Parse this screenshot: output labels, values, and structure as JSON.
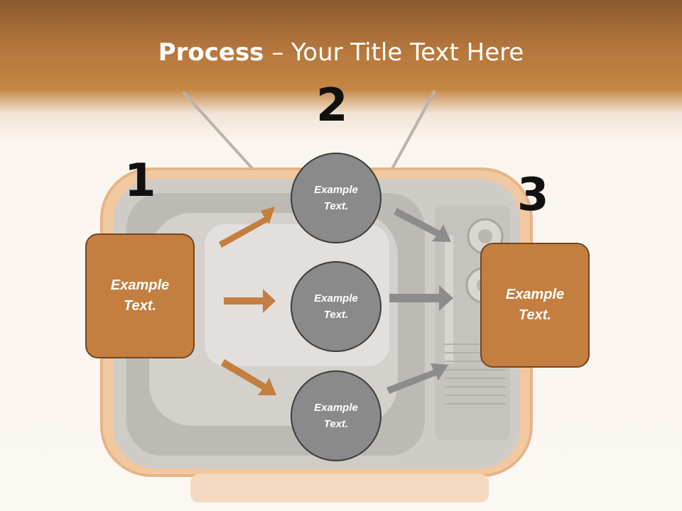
{
  "slide": {
    "title_bold": "Process",
    "title_rest": " – Your Title Text Here",
    "step_numbers": [
      "1",
      "2",
      "3"
    ],
    "box_left_text": "Example Text.",
    "box_right_text": "Example Text.",
    "circles": [
      {
        "text": "Example Text."
      },
      {
        "text": "Example Text."
      },
      {
        "text": "Example Text."
      }
    ]
  },
  "colors": {
    "header_brown": "#b5773c",
    "box_fill": "#c47e3f",
    "circle_fill": "#8a8a8a",
    "arrow_orange": "#c47e3f",
    "arrow_gray": "#8c8c8c"
  },
  "background_image": "vintage-television"
}
